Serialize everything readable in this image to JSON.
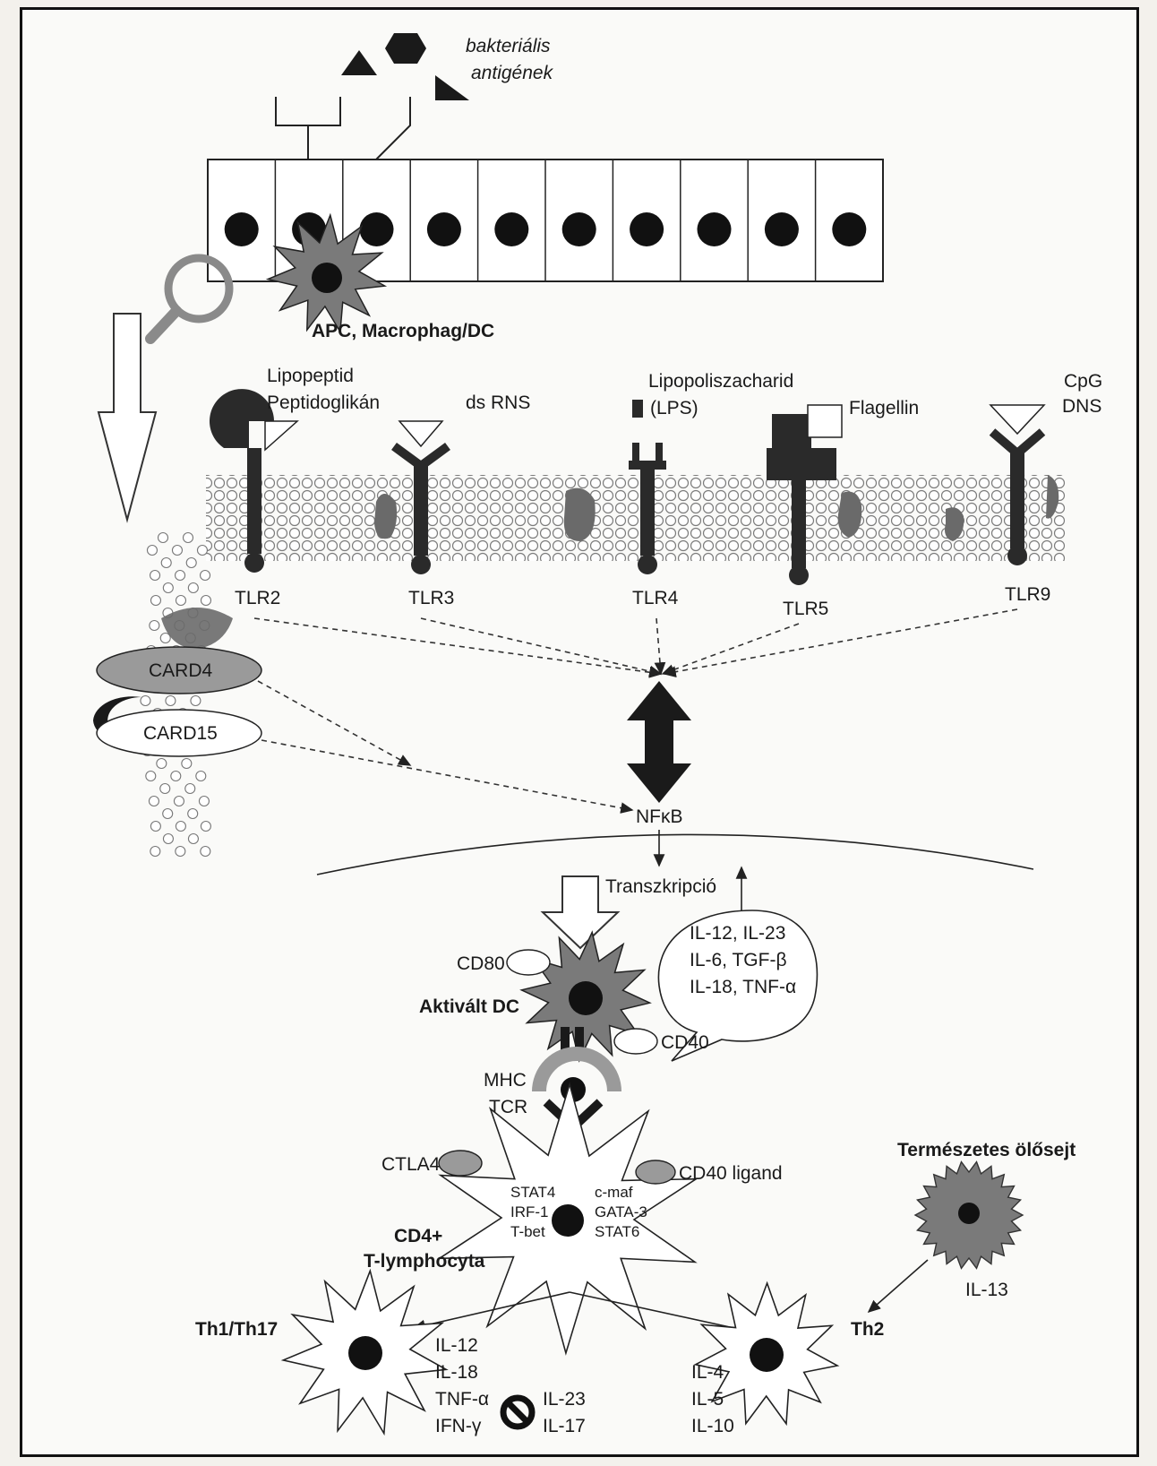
{
  "labels": {
    "antigens_line1": "bakteriális",
    "antigens_line2": "antigének",
    "apc": "APC, Macrophag/DC",
    "lipopeptid": "Lipopeptid",
    "peptidoglikan": "Peptidoglikán",
    "dsrns": "ds RNS",
    "lps_line1": "Lipopoliszacharid",
    "lps_line2": "(LPS)",
    "flagellin": "Flagellin",
    "cpg": "CpG",
    "dns": "DNS",
    "tlr2": "TLR2",
    "tlr3": "TLR3",
    "tlr4": "TLR4",
    "tlr5": "TLR5",
    "tlr9": "TLR9",
    "card4": "CARD4",
    "card15": "CARD15",
    "nfkb": "NFκB",
    "transzkripcio": "Transzkripció",
    "cytokines_1": "IL-12, IL-23",
    "cytokines_2": "IL-6, TGF-β",
    "cytokines_3": "IL-18, TNF-α",
    "cd80": "CD80",
    "cd40": "CD40",
    "aktivalt_dc": "Aktivált DC",
    "mhc": "MHC",
    "tcr": "TCR",
    "ctla4": "CTLA4",
    "cd40_ligand": "CD40 ligand",
    "stat4": "STAT4",
    "irf1": "IRF-1",
    "tbet": "T-bet",
    "cmaf": "c-maf",
    "gata3": "GATA-3",
    "stat6": "STAT6",
    "cd4_line1": "CD4+",
    "cd4_line2": "T-lymphocyta",
    "nk_title": "Természetes ölősejt",
    "il13": "IL-13",
    "th1": "Th1/Th17",
    "th2": "Th2",
    "th1_il12": "IL-12",
    "th1_il18": "IL-18",
    "th1_tnfa": "TNF-α",
    "th1_ifng": "IFN-γ",
    "th1_il23": "IL-23",
    "th1_il17": "IL-17",
    "th2_il4": "IL-4",
    "th2_il5": "IL-5",
    "th2_il10": "IL-10"
  }
}
